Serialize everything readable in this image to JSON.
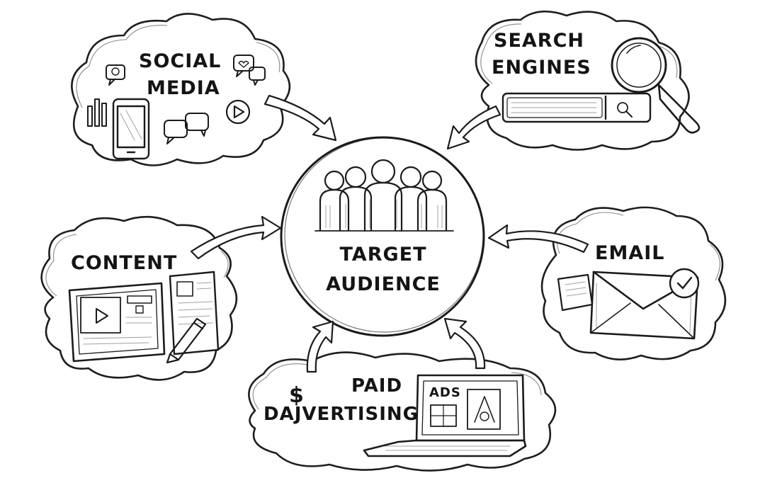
{
  "diagram": {
    "center": {
      "line1": "TARGET",
      "line2": "AUDIENCE"
    },
    "nodes": {
      "social_media": {
        "line1": "SOCIAL",
        "line2": "MEDIA"
      },
      "search_engines": {
        "line1": "SEARCH",
        "line2": "ENGINES"
      },
      "content": {
        "label": "CONTENT"
      },
      "email": {
        "label": "EMAIL"
      },
      "paid_advertising": {
        "line1": "PAID",
        "line2": "DAJVERTISING",
        "dollar": "$",
        "screen_text": "ADS"
      }
    }
  },
  "icons": [
    "people-group-icon",
    "chat-bubble-icon",
    "smartphone-icon",
    "play-button-icon",
    "search-bar-icon",
    "magnifying-glass-icon",
    "document-icon",
    "pencil-icon",
    "tablet-icon",
    "envelope-icon",
    "checkmark-badge-icon",
    "laptop-icon",
    "dollar-icon"
  ],
  "colors": {
    "ink": "#1b1b1b",
    "paper": "#ffffff"
  }
}
